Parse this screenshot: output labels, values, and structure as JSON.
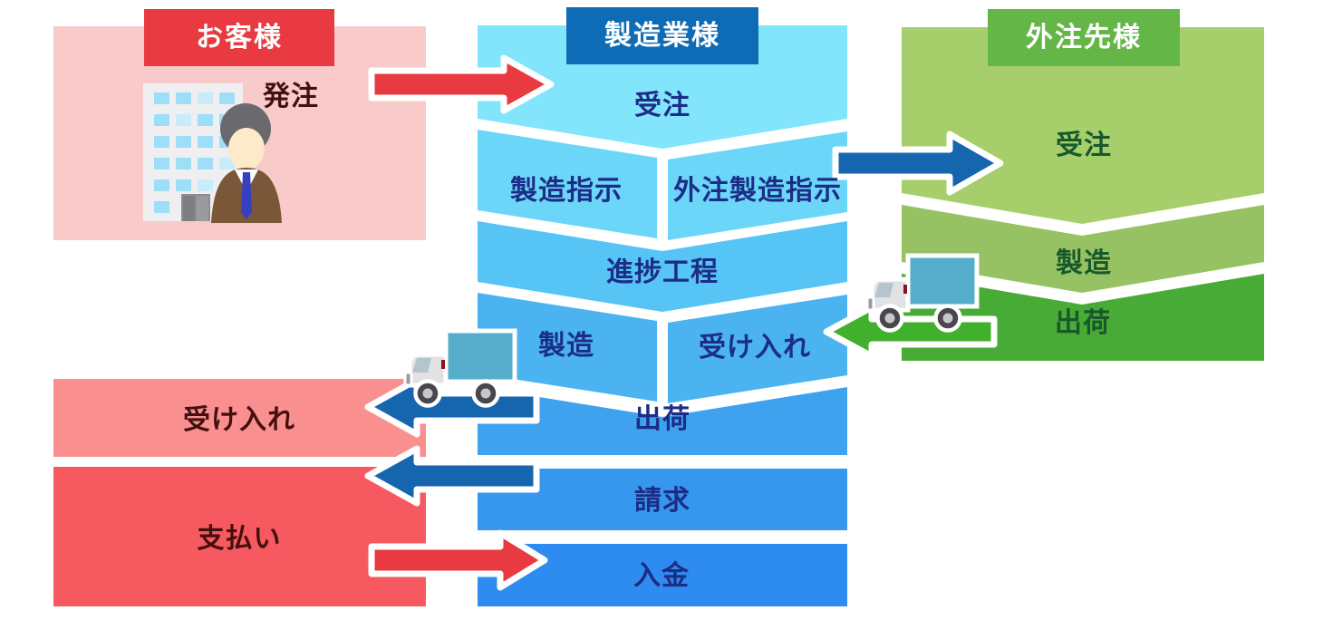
{
  "diagram_title": "order-manufacturing-outsourcing flow",
  "columns": {
    "customer": {
      "header": "お客様",
      "header_color": "#e83a40",
      "panel_color": "#f9caca",
      "text_color": "#42100f",
      "order_label": "発注",
      "boxes": {
        "accept": {
          "label": "受け入れ",
          "color": "#f9908f"
        },
        "pay": {
          "label": "支払い",
          "color": "#f65a60"
        }
      }
    },
    "manufacturer": {
      "header": "製造業様",
      "header_color": "#0d6cb5",
      "text_color": "#1c2d87",
      "bands": [
        {
          "label": "受注",
          "color": "#82e5fc"
        },
        {
          "label": "製造指示",
          "color": "#6cd6f8"
        },
        {
          "label": "外注製造指示",
          "color": "#6cd6f8"
        },
        {
          "label": "進捗工程",
          "color": "#56c4f4"
        },
        {
          "label": "製造",
          "color": "#4ab3f0"
        },
        {
          "label": "受け入れ",
          "color": "#4ab3f0"
        },
        {
          "label": "出荷",
          "color": "#3fa2ef"
        },
        {
          "label": "請求",
          "color": "#3697ee"
        },
        {
          "label": "入金",
          "color": "#2e8cf0"
        }
      ]
    },
    "subcontractor": {
      "header": "外注先様",
      "header_color": "#64b746",
      "text_color": "#17592c",
      "bands": [
        {
          "label": "受注",
          "color": "#a6cf6b"
        },
        {
          "label": "製造",
          "color": "#96c263"
        },
        {
          "label": "出荷",
          "color": "#48ab35"
        }
      ]
    }
  },
  "arrows": [
    {
      "name": "order-arrow",
      "direction": "right",
      "color": "#e83a40"
    },
    {
      "name": "outsource-order-arrow",
      "direction": "right",
      "color": "#1565af"
    },
    {
      "name": "subcontractor-delivery-arrow",
      "direction": "left",
      "color": "#41b02c"
    },
    {
      "name": "delivery-arrow",
      "direction": "left",
      "color": "#1565af"
    },
    {
      "name": "invoice-arrow",
      "direction": "left",
      "color": "#1565af"
    },
    {
      "name": "payment-arrow",
      "direction": "right",
      "color": "#e83a40"
    }
  ],
  "icons": {
    "building_icon": {
      "body": "#efeff2",
      "window": "#9edef6",
      "window_light": "#c9ecfa",
      "door": "#8e8e92",
      "door_left": "#7f7f83",
      "door_right": "#9b9b9f"
    },
    "businessman_icon": {
      "hair": "#6a6a6e",
      "face": "#fdeac9",
      "suit": "#7b5739",
      "collar": "#ffffff",
      "tie": "#3540c0"
    },
    "truck_icon": {
      "cab": "#e2e2e5",
      "cargo": "#55adcb",
      "window": "#b5c5d0",
      "wheel": "#47474c",
      "hub": "#c6c6cb",
      "bumper": "#9a9aa0",
      "taillight": "#8c1420"
    }
  }
}
